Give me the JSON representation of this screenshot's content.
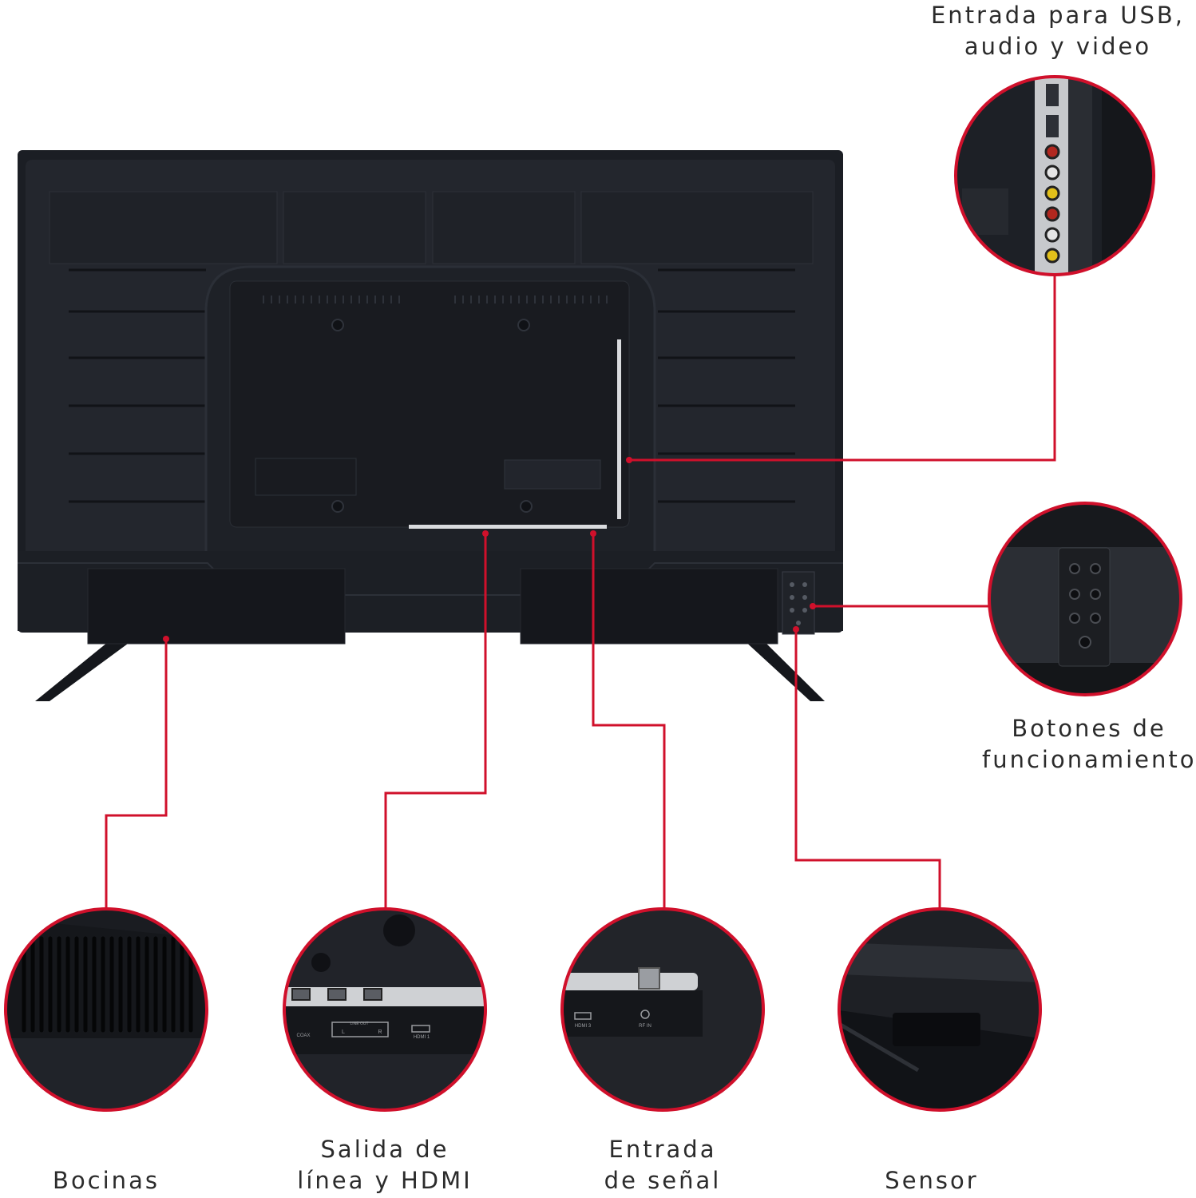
{
  "accent_color": "#d0102b",
  "tv_color": "#1c1f25",
  "callouts": {
    "usb_av": {
      "lines": [
        "Entrada para USB,",
        "audio y video"
      ],
      "icon": "usb-av-ports-icon"
    },
    "buttons": {
      "lines": [
        "Botones de",
        "funcionamiento"
      ],
      "icon": "control-buttons-icon"
    },
    "speakers": {
      "lines": [
        "Bocinas"
      ],
      "icon": "speaker-grille-icon"
    },
    "line_out_hdmi": {
      "lines": [
        "Salida de",
        "línea y HDMI"
      ],
      "icon": "hdmi-ports-icon"
    },
    "signal_in": {
      "lines": [
        "Entrada",
        "de señal"
      ],
      "icon": "rf-input-icon"
    },
    "sensor": {
      "lines": [
        "Sensor"
      ],
      "icon": "ir-sensor-icon"
    }
  },
  "port_labels": {
    "coax": "COAX",
    "line_out": "LINE OUT",
    "left": "L",
    "right": "R",
    "hdmi1": "HDMI 1",
    "hdmi3": "HDMI 3",
    "rf_in": "RF IN"
  }
}
